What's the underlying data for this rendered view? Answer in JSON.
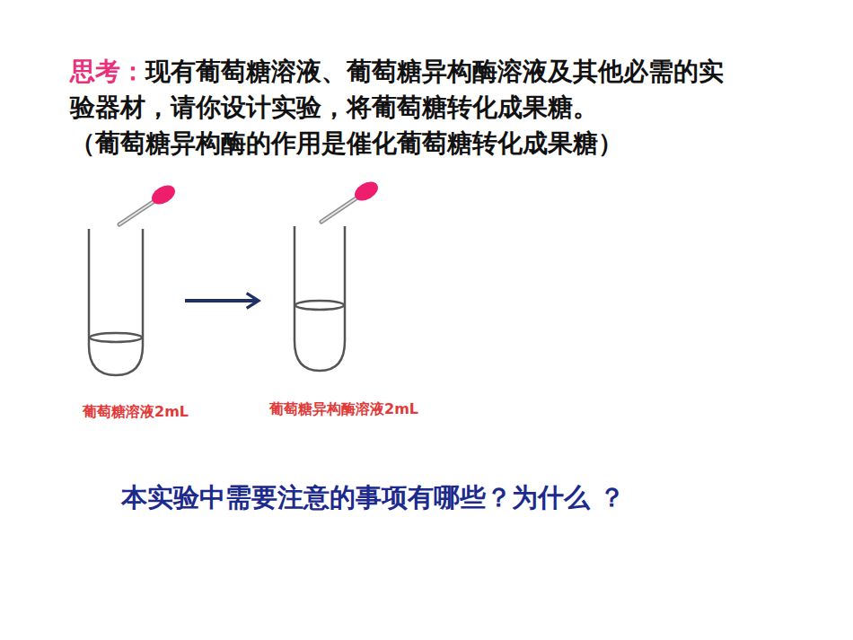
{
  "diagram": {
    "nodes": [
      {
        "text": [
          "葡萄糖溶液2mL"
        ]
      },
      {
        "text": [
          "葡萄糖异构酶溶液2mL"
        ]
      }
    ],
    "edges": [
      {
        "from": 0,
        "to": 1,
        "arrow": "to"
      }
    ],
    "labels": [
      "思考：",
      "现有葡萄糖溶液、葡萄糖异构酶溶液及其他必需的实验器材，请你设计实验，将葡萄糖转化成果糖。",
      "（葡萄糖异构酶的作用是催化葡萄糖转化成果糖）",
      "本实验中需要注意的事项有哪些？为什么 ？"
    ]
  }
}
